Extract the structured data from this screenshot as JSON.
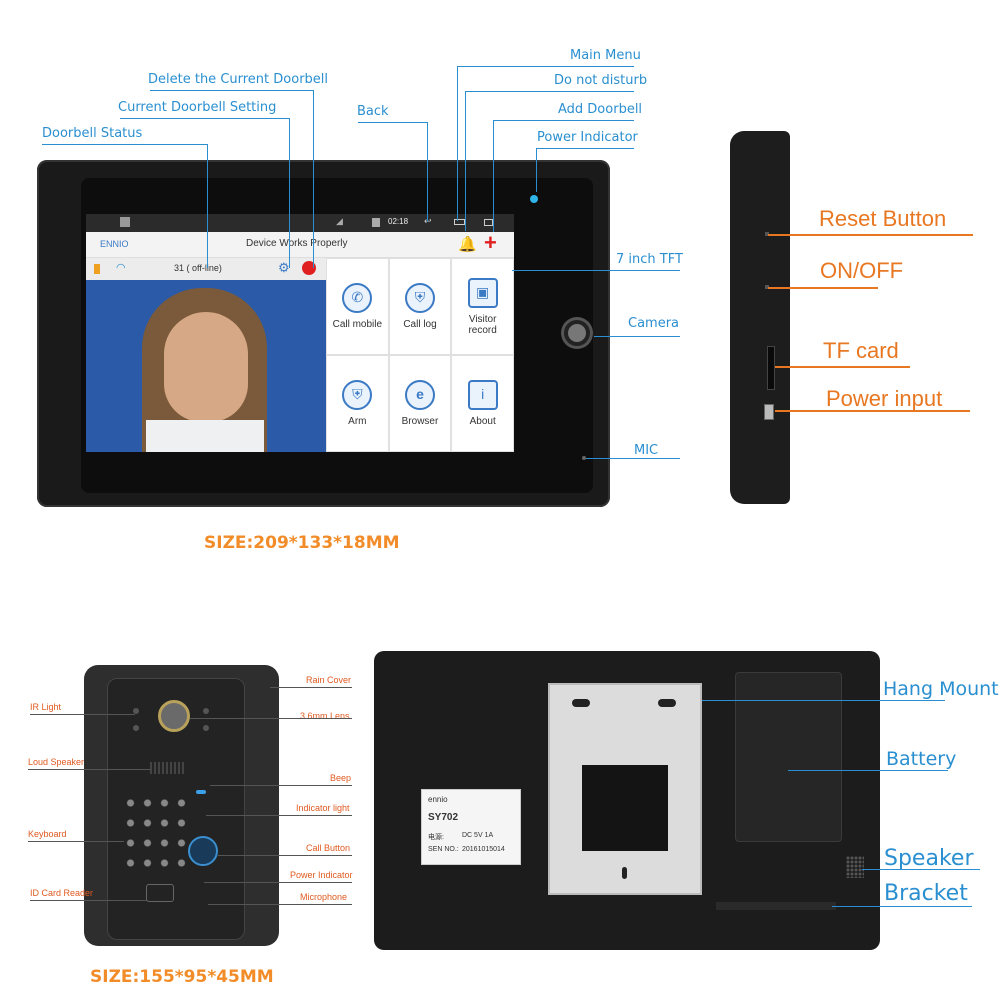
{
  "callouts_top": {
    "delete_current_doorbell": "Delete the Current Doorbell",
    "current_doorbell_setting": "Current Doorbell Setting",
    "doorbell_status": "Doorbell Status",
    "back": "Back",
    "main_menu": "Main Menu",
    "do_not_disturb": "Do not disturb",
    "add_doorbell": "Add Doorbell",
    "power_indicator": "Power Indicator",
    "seven_inch_tft": "7 inch TFT",
    "camera": "Camera",
    "mic": "MIC"
  },
  "side_callouts": {
    "reset_button": "Reset Button",
    "on_off": "ON/OFF",
    "tf_card": "TF card",
    "power_input": "Power input"
  },
  "monitor_size": "SIZE:209*133*18MM",
  "screen": {
    "status_time": "02:18",
    "brand": "ENNIO",
    "status_message": "Device Works Properly",
    "doorbell_info": "31 ( off-line)",
    "tiles": [
      {
        "label": "Call mobile",
        "icon": "phone-icon"
      },
      {
        "label": "Call log",
        "icon": "shield-icon"
      },
      {
        "label": "Visitor record",
        "icon": "photo-icon"
      },
      {
        "label": "Arm",
        "icon": "shield-icon"
      },
      {
        "label": "Browser",
        "icon": "browser-icon"
      },
      {
        "label": "About",
        "icon": "info-icon"
      }
    ]
  },
  "door_callouts": {
    "ir_light": "IR Light",
    "loud_speaker": "Loud Speaker",
    "keyboard": "Keyboard",
    "id_card_reader": "ID Card Reader",
    "rain_cover": "Rain Cover",
    "lens": "3.6mm Lens",
    "beep": "Beep",
    "indicator_light": "Indicator light",
    "call_button": "Call Button",
    "power_indicator": "Power Indicator",
    "microphone": "Microphone"
  },
  "door_size": "SIZE:155*95*45MM",
  "back_callouts": {
    "hang_mount": "Hang Mount",
    "battery": "Battery",
    "speaker": "Speaker",
    "bracket": "Bracket"
  },
  "sticker": {
    "brand": "ennio",
    "model": "SY702",
    "line1_label": "电源:",
    "line1_value": "DC 5V 1A",
    "line2_label": "SEN NO.:",
    "line2_value": "20161015014"
  },
  "colors": {
    "callout_blue": "#2a8fd0",
    "callout_orange": "#e87722",
    "device_black": "#1a1a1a"
  }
}
